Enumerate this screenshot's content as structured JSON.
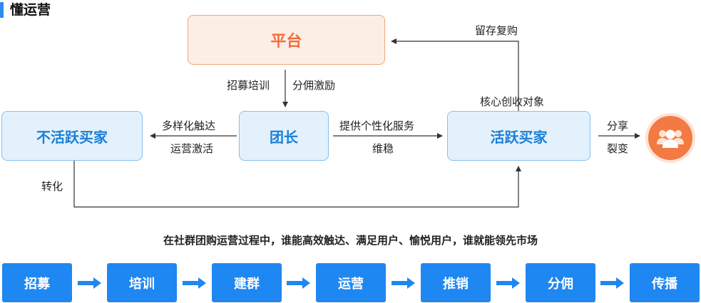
{
  "header": {
    "title": "懂运营"
  },
  "nodes": {
    "platform": "平台",
    "inactive": "不活跃买家",
    "leader": "团长",
    "active": "活跃买家"
  },
  "labels": {
    "retain": "留存复购",
    "recruit_train": "招募培训",
    "commission": "分佣激励",
    "incubate_target": "核心创收对象",
    "multi_reach": "多样化触达",
    "activate": "运营激活",
    "personal_service": "提供个性化服务",
    "maintain": "维稳",
    "share": "分享",
    "fission": "裂变",
    "convert": "转化"
  },
  "summary": "在社群团购运营过程中，谁能高效触达、满足用户、愉悦用户，谁就能领先市场",
  "steps": [
    "招募",
    "培训",
    "建群",
    "运营",
    "推销",
    "分佣",
    "传播"
  ],
  "colors": {
    "accent_blue": "#1f87f1",
    "accent_orange": "#f26c3a"
  },
  "icons": {
    "avatar": "users-icon"
  }
}
